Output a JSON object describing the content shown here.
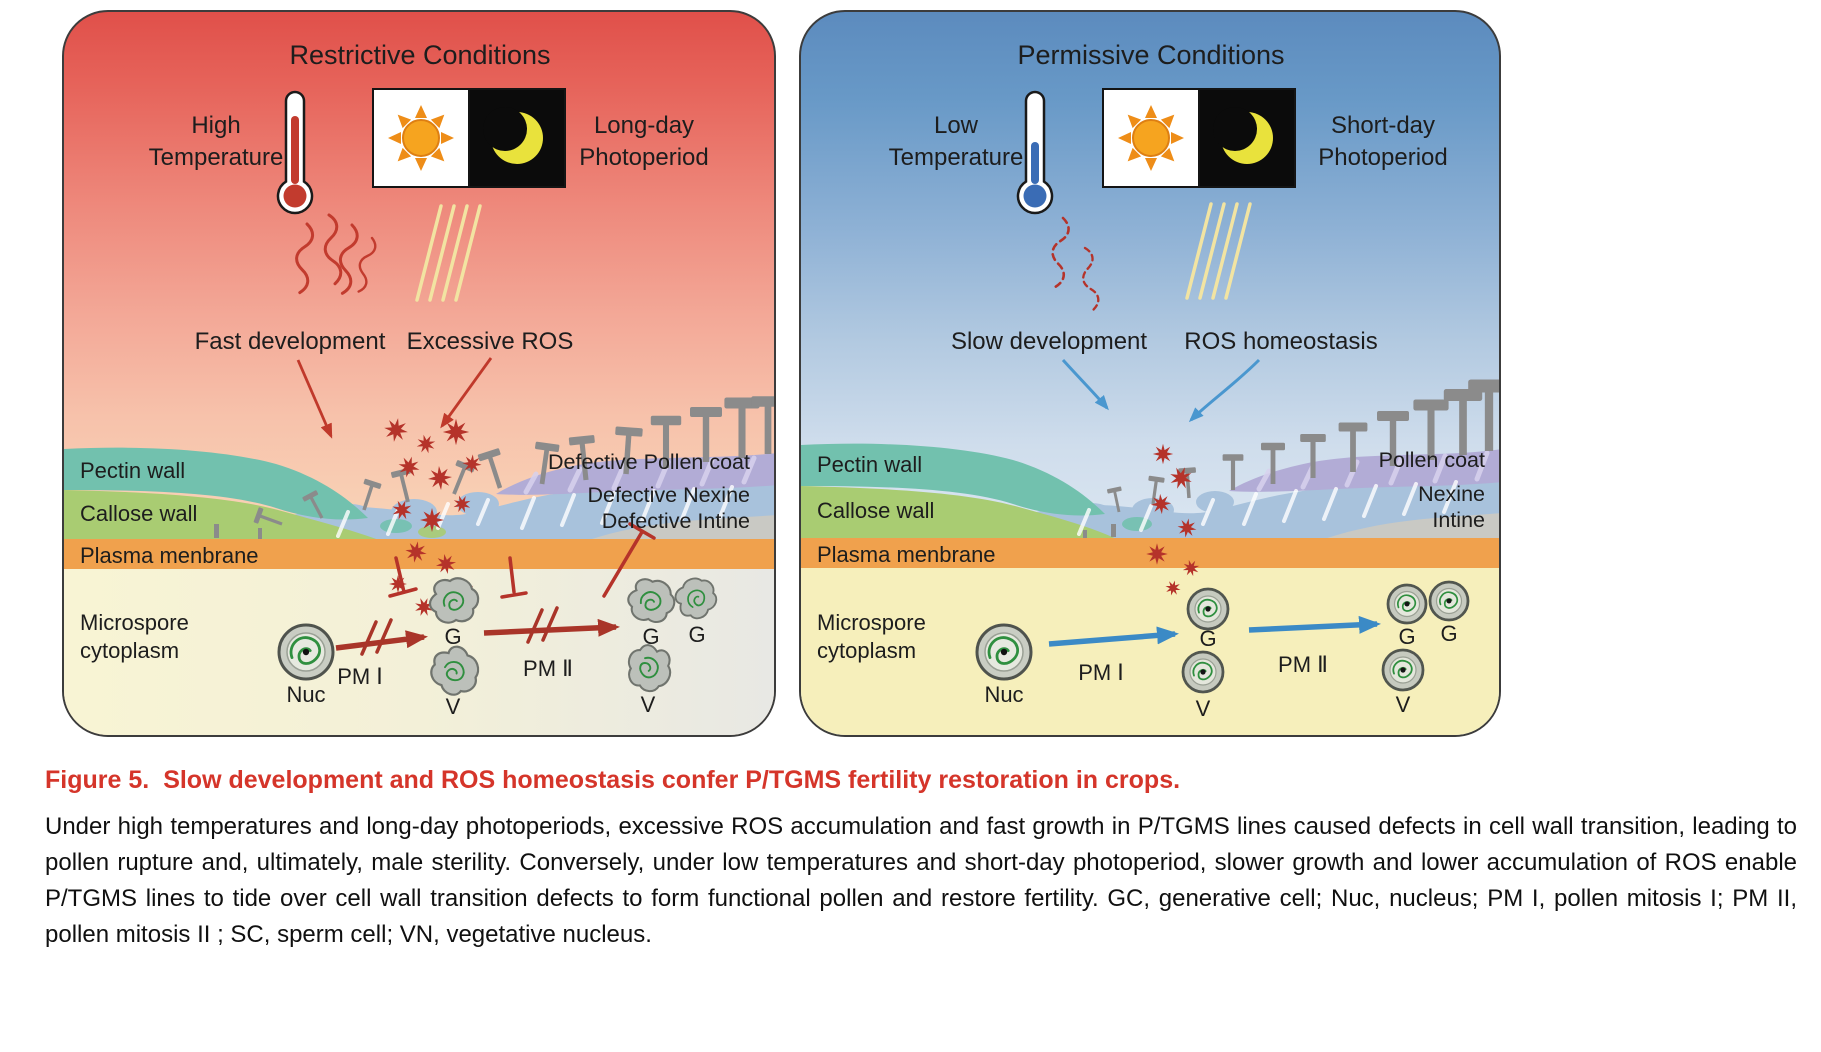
{
  "panels": {
    "restrictive": {
      "title": "Restrictive Conditions",
      "temperature": {
        "line1": "High",
        "line2": "Temperature"
      },
      "photoperiod": {
        "line1": "Long-day",
        "line2": "Photoperiod"
      },
      "development_label": "Fast development",
      "ros_label": "Excessive ROS",
      "walls": {
        "pectin": "Pectin wall",
        "callose": "Callose wall",
        "plasma": "Plasma menbrane",
        "microspore1": "Microspore",
        "microspore2": "cytoplasm"
      },
      "coat": {
        "pollen": "Defective Pollen coat",
        "nexine": "Defective Nexine",
        "intine": "Defective Intine"
      },
      "cells": {
        "nuc": "Nuc",
        "pm1": "PM Ⅰ",
        "pm2": "PM Ⅱ",
        "g1": "G",
        "v1": "V",
        "g2a": "G",
        "g2b": "G",
        "v2": "V"
      }
    },
    "permissive": {
      "title": "Permissive Conditions",
      "temperature": {
        "line1": "Low",
        "line2": "Temperature"
      },
      "photoperiod": {
        "line1": "Short-day",
        "line2": "Photoperiod"
      },
      "development_label": "Slow development",
      "ros_label": "ROS homeostasis",
      "walls": {
        "pectin": "Pectin wall",
        "callose": "Callose wall",
        "plasma": "Plasma menbrane",
        "microspore1": "Microspore",
        "microspore2": "cytoplasm"
      },
      "coat": {
        "pollen": "Pollen coat",
        "nexine": "Nexine",
        "intine": "Intine"
      },
      "cells": {
        "nuc": "Nuc",
        "pm1": "PM Ⅰ",
        "pm2": "PM Ⅱ",
        "g1": "G",
        "v1": "V",
        "g2a": "G",
        "g2b": "G",
        "v2": "V"
      }
    }
  },
  "caption": {
    "label": "Figure 5.",
    "title": "Slow development and ROS homeostasis confer P/TGMS fertility restoration in crops.",
    "body": "Under high temperatures and long-day photoperiods, excessive ROS accumulation and fast growth in P/TGMS lines caused defects in cell wall transition, leading to pollen rupture and, ultimately, male sterility. Conversely, under low temperatures and short-day photoperiod, slower growth and lower accumulation of ROS enable P/TGMS lines to tide over cell wall transition defects to form functional pollen and restore fertility. GC, generative cell; Nuc, nucleus; PM I, pollen mitosis I; PM II, pollen mitosis II ; SC, sperm cell; VN, vegetative nucleus."
  },
  "colors": {
    "restrictive_red": "#c23b2e",
    "restrictive_arrow": "#a93529",
    "permissive_blue": "#3b8ac6",
    "caption_red": "#d5352a",
    "plasma_orange": "#f0a14d",
    "pectin_teal": "#72c1ae",
    "callose_green": "#a9cc72",
    "nexine_blue": "#a8c2dc",
    "pollen_coat_purple": "#b2acd6",
    "intine_gray": "#c9c9c4",
    "sun_orange": "#f6a41f",
    "moon_yellow": "#e9e23c"
  },
  "icons": [
    "thermometer-icon",
    "sun-icon",
    "moon-icon",
    "day-night-icon",
    "heat-waves-icon",
    "light-rays-icon",
    "ros-burst-icon",
    "pollen-coat-pillar-icon",
    "inhibition-bar-icon",
    "mitosis-arrow-icon",
    "nuc-cell-icon",
    "generative-cell-icon",
    "vegetative-cell-icon"
  ]
}
